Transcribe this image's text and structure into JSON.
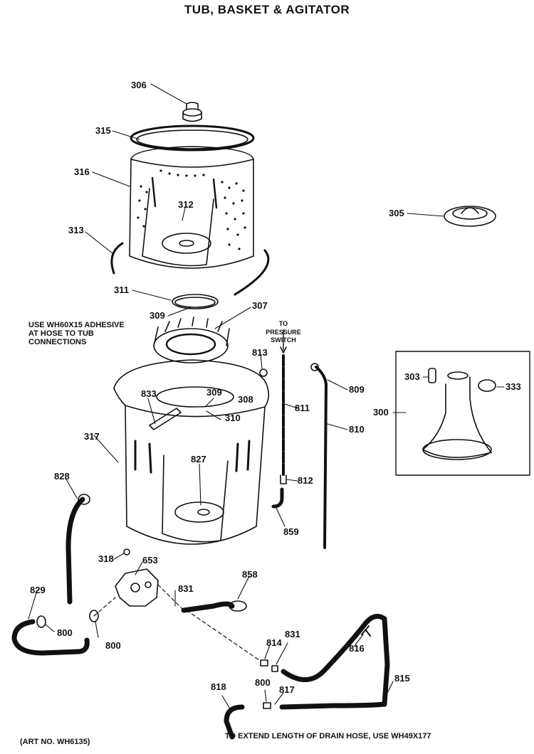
{
  "title": "TUB, BASKET & AGITATOR",
  "notes": {
    "adhesive": [
      "USE WH60X15 ADHESIVE",
      "AT HOSE TO TUB",
      "CONNECTIONS"
    ],
    "pressure": [
      "TO",
      "PRESSURE",
      "SWITCH"
    ],
    "drain": "TO EXTEND LENGTH OF DRAIN HOSE, USE WH49X177",
    "art": "(ART NO. WH6135)"
  },
  "parts": {
    "p306": "306",
    "p315": "315",
    "p316": "316",
    "p312": "312",
    "p313": "313",
    "p305": "305",
    "p311": "311",
    "p309a": "309",
    "p307": "307",
    "p813": "813",
    "p809": "809",
    "p303": "303",
    "p333": "333",
    "p300": "300",
    "p833": "833",
    "p309b": "309",
    "p308": "308",
    "p310": "310",
    "p811": "811",
    "p810": "810",
    "p317": "317",
    "p827": "827",
    "p812": "812",
    "p828": "828",
    "p859": "859",
    "p318": "318",
    "p653": "653",
    "p858": "858",
    "p829": "829",
    "p831a": "831",
    "p800a": "800",
    "p800b": "800",
    "p814": "814",
    "p831b": "831",
    "p816": "816",
    "p818": "818",
    "p800c": "800",
    "p817": "817",
    "p815": "815"
  }
}
